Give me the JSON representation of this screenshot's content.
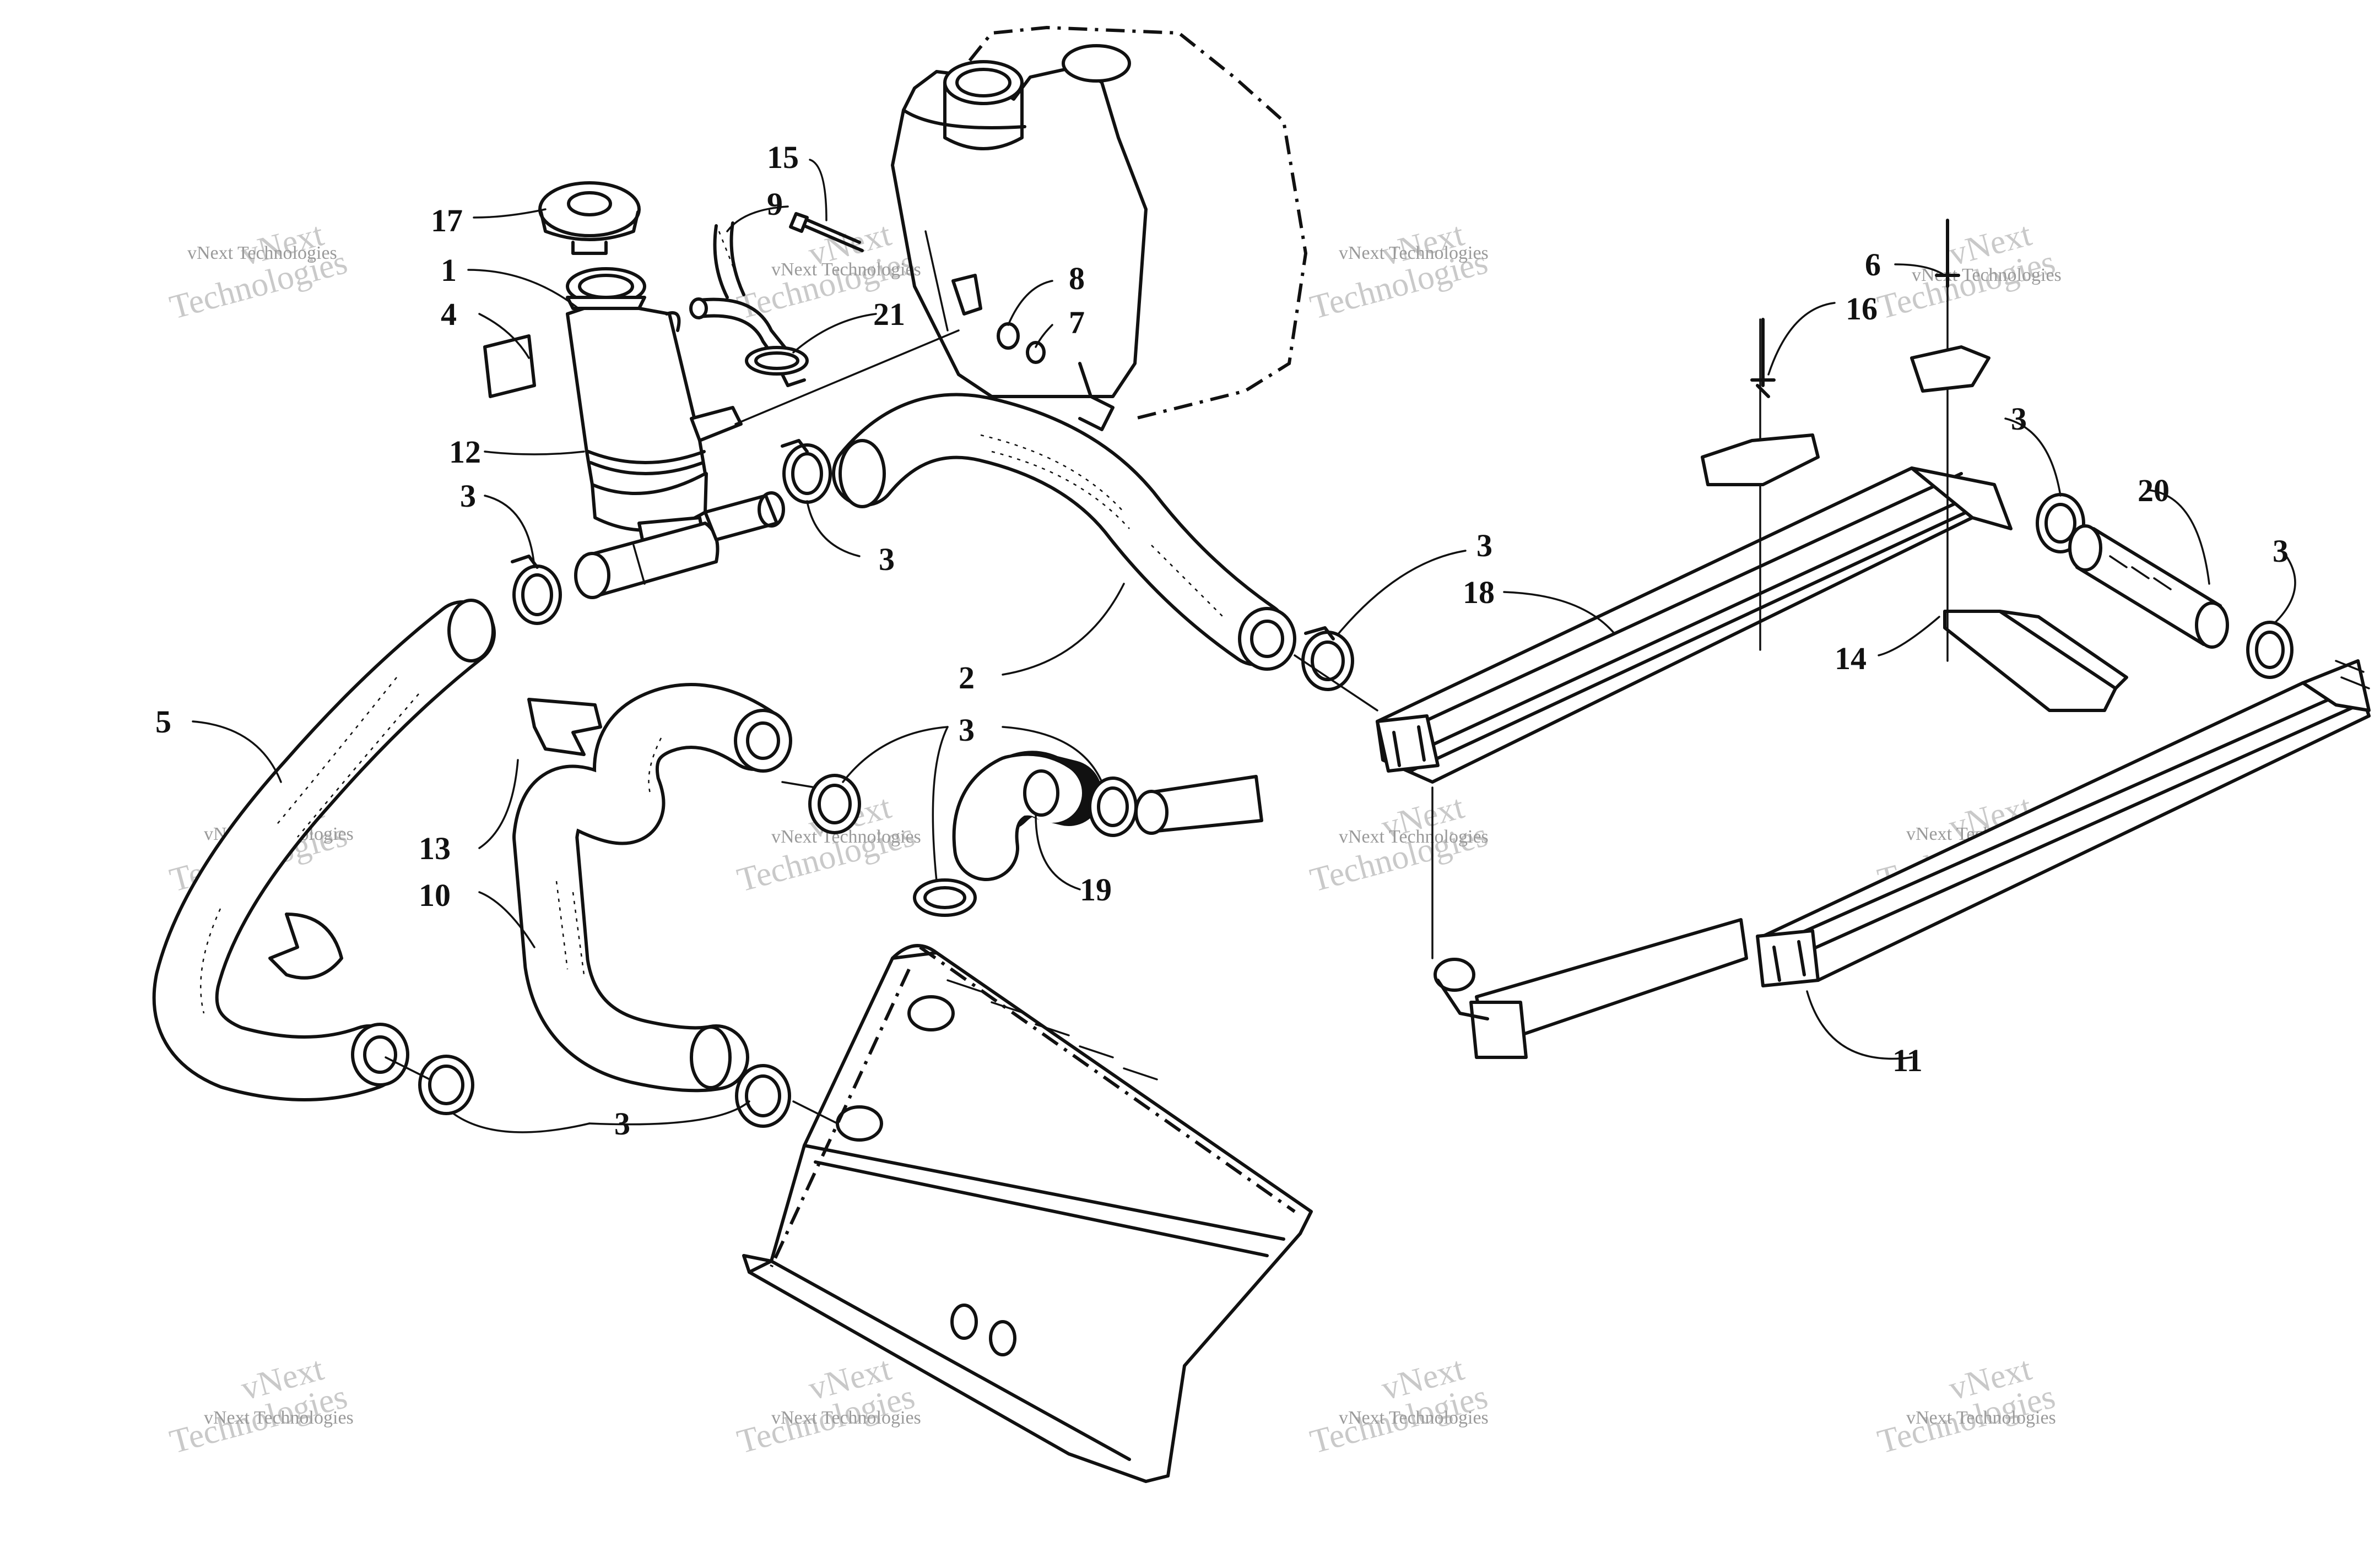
{
  "diagram": {
    "callouts": [
      {
        "id": "c17",
        "label": "17"
      },
      {
        "id": "c1",
        "label": "1"
      },
      {
        "id": "c4",
        "label": "4"
      },
      {
        "id": "c12",
        "label": "12"
      },
      {
        "id": "c15",
        "label": "15"
      },
      {
        "id": "c9",
        "label": "9"
      },
      {
        "id": "c8",
        "label": "8"
      },
      {
        "id": "c7",
        "label": "7"
      },
      {
        "id": "c21",
        "label": "21"
      },
      {
        "id": "c3a",
        "label": "3"
      },
      {
        "id": "c3b",
        "label": "3"
      },
      {
        "id": "c5",
        "label": "5"
      },
      {
        "id": "c2",
        "label": "2"
      },
      {
        "id": "c13",
        "label": "13"
      },
      {
        "id": "c10",
        "label": "10"
      },
      {
        "id": "c3c",
        "label": "3"
      },
      {
        "id": "c19",
        "label": "19"
      },
      {
        "id": "c3d",
        "label": "3"
      },
      {
        "id": "c3e",
        "label": "3"
      },
      {
        "id": "c18",
        "label": "18"
      },
      {
        "id": "c6",
        "label": "6"
      },
      {
        "id": "c16",
        "label": "16"
      },
      {
        "id": "c3f",
        "label": "3"
      },
      {
        "id": "c20",
        "label": "20"
      },
      {
        "id": "c3g",
        "label": "3"
      },
      {
        "id": "c14",
        "label": "14"
      },
      {
        "id": "c11",
        "label": "11"
      }
    ],
    "watermark": {
      "brand": "vNext",
      "line1": "Technologies",
      "line2": "vNext Technologies"
    }
  }
}
